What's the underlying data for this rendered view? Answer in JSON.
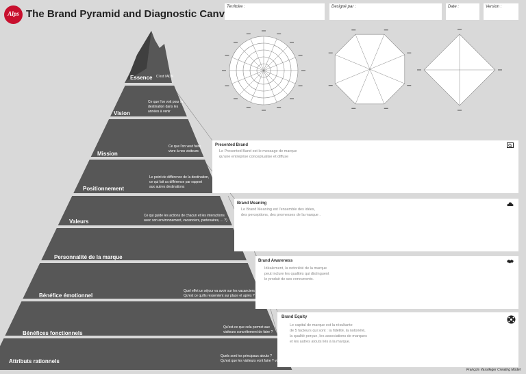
{
  "header": {
    "logo_text": "Alps",
    "title": "The Brand Pyramid and Diagnostic Canvas",
    "fields": [
      {
        "label": "Territoire :"
      },
      {
        "label": "Designé par :"
      },
      {
        "label": "Date :"
      },
      {
        "label": "Version :"
      }
    ]
  },
  "pyramid": {
    "levels": [
      {
        "label": "Essence",
        "desc": "C'est l'ADN"
      },
      {
        "label": "Vision",
        "desc": "Ce que l'on voit pour la\ndestination dans les\nannées à venir"
      },
      {
        "label": "Mission",
        "desc": "Ce que l'on veut faire\nvivre à nos visiteurs"
      },
      {
        "label": "Positionnement",
        "desc": "Le point de différence de la destination,\nce qui fait sa différence par rapport\naux autres destinations"
      },
      {
        "label": "Valeurs",
        "desc": "Ce qui guide les actions de chacun et les interactions\navec son environnement, vacanciers, partenaires, ... ?)"
      },
      {
        "label": "Personnalité de la marque",
        "desc": ""
      },
      {
        "label": "Bénéfice émotionnel",
        "desc": "Quel effet un séjour va avoir sur les vacanciers ?\nQu'est ce qu'ils ressentent sur place et après ?"
      },
      {
        "label": "Bénéfices fonctionnels",
        "desc": "Qu'est-ce que cela permet aux\nvisiteurs concrètement de faire ?"
      },
      {
        "label": "Attributs rationnels",
        "desc": "Quels sont les principaux atouts ?\nQu'est que les visiteurs vont faire ? voir ?"
      }
    ]
  },
  "panels": [
    {
      "title": "Presented Brand",
      "text": "Le Presented Band est le message de marque\nqu'une entreprise conceptualise et diffuse",
      "icon": "search-icon"
    },
    {
      "title": "Brand Meaning",
      "text": "Le Brand Meaning est l'ensemble des idées,\ndes perceptions, des promesses de la marque .",
      "icon": "cloud-icon"
    },
    {
      "title": "Brand Awareness",
      "text": "Idéalement, la notoriété de la marque\npeut inclure les qualités qui distinguent\nle produit de ses concurrents.",
      "icon": "handshake-icon"
    },
    {
      "title": "Brand Equity",
      "text": "Le capital de marque est la résultante\nde 5 facteurs qui sont : la fidélité, la notoriété,\nla qualité perçue, les associations de marques\net les autres atouts liés à la marque.",
      "icon": "network-icon"
    }
  ],
  "credit": "François Vassileger Creating Model",
  "colors": {
    "pyramid_fill": "#575757",
    "brand_red": "#c8102e",
    "background": "#d9d9d9"
  }
}
